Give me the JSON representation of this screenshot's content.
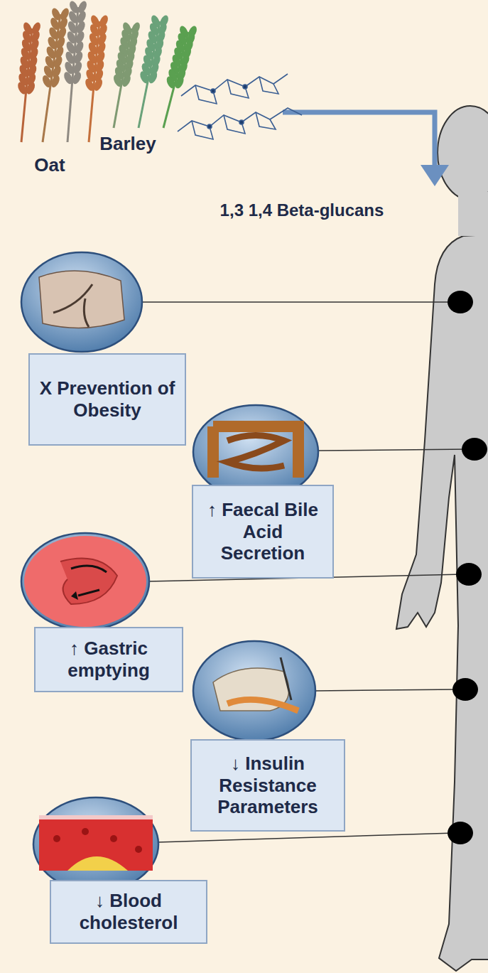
{
  "diagram": {
    "nodes": [
      {
        "text": [
          "X Prevention of Obesity"
        ]
      },
      {
        "text": [
          "↑ Faecal Bile Acid Secretion"
        ]
      },
      {
        "text": [
          "↑ Gastric emptying"
        ]
      },
      {
        "text": [
          "↓ Insulin Resistance Parameters"
        ]
      },
      {
        "text": [
          "↓ Blood cholesterol"
        ]
      }
    ],
    "labels": [
      "Oat",
      "Barley",
      "1,3 1,4 Beta-glucans"
    ]
  }
}
